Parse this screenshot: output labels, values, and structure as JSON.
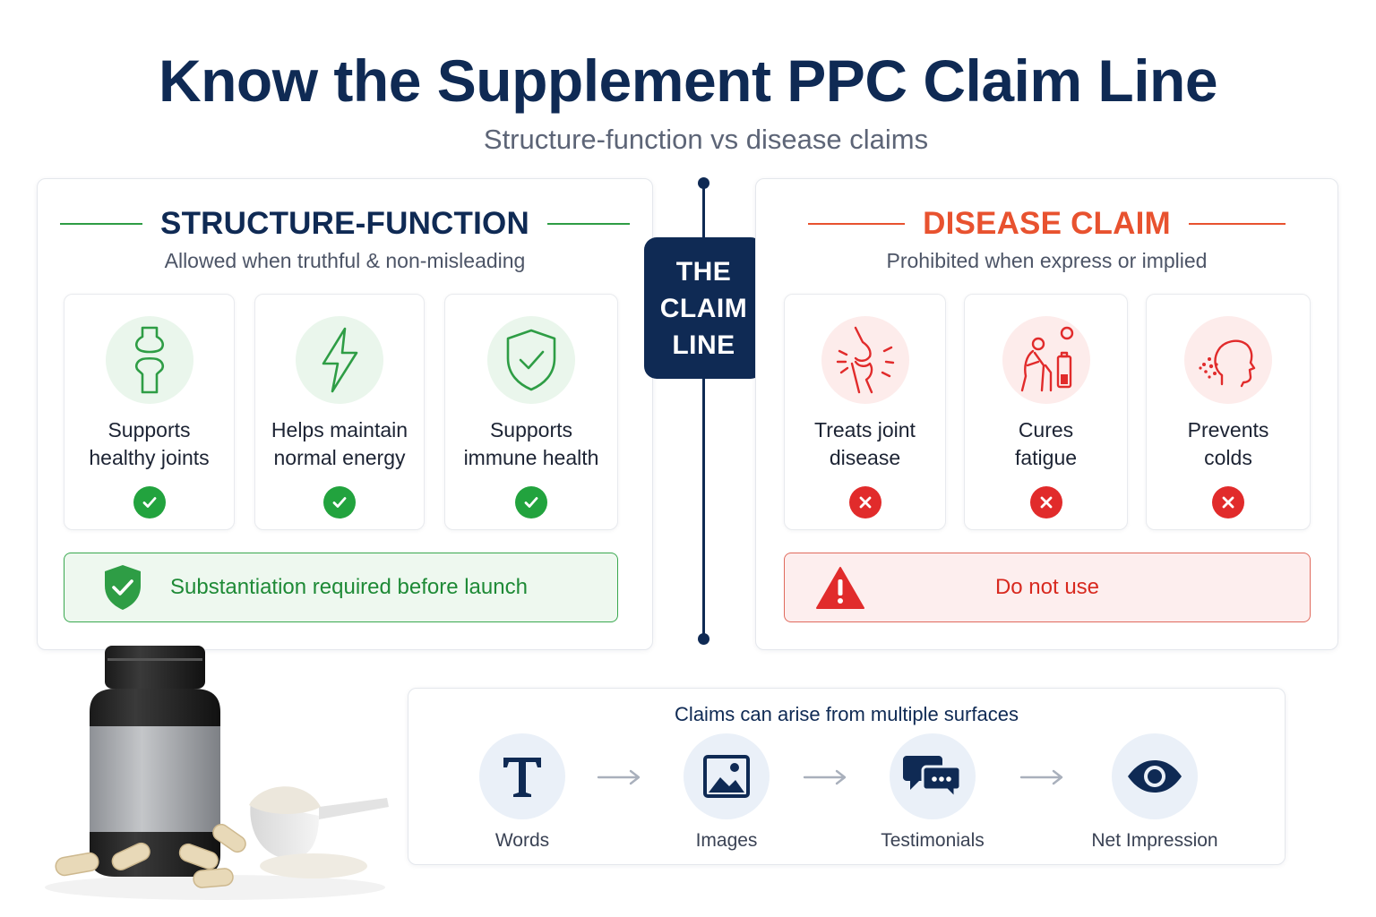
{
  "header": {
    "title": "Know the Supplement PPC Claim Line",
    "subtitle": "Structure-function vs disease claims"
  },
  "structure_function": {
    "heading": "STRUCTURE-FUNCTION",
    "description": "Allowed when truthful & non-misleading",
    "cards": [
      {
        "line1": "Supports",
        "line2": "healthy joints",
        "icon": "joint-icon"
      },
      {
        "line1": "Helps maintain",
        "line2": "normal energy",
        "icon": "lightning-icon"
      },
      {
        "line1": "Supports",
        "line2": "immune health",
        "icon": "shield-check-icon"
      }
    ],
    "banner": "Substantiation required before launch",
    "accent": "#22a33e"
  },
  "claim_line": {
    "line1": "THE",
    "line2": "CLAIM",
    "line3": "LINE"
  },
  "disease_claim": {
    "heading": "DISEASE CLAIM",
    "description": "Prohibited when express or implied",
    "cards": [
      {
        "line1": "Treats joint",
        "line2": "disease",
        "icon": "painful-joint-icon"
      },
      {
        "line1": "Cures",
        "line2": "fatigue",
        "icon": "tired-person-icon"
      },
      {
        "line1": "Prevents",
        "line2": "colds",
        "icon": "sneeze-icon"
      }
    ],
    "banner": "Do not use",
    "accent": "#e12b2b"
  },
  "surfaces": {
    "heading": "Claims can arise from multiple surfaces",
    "items": [
      {
        "label": "Words",
        "icon": "text-icon"
      },
      {
        "label": "Images",
        "icon": "image-icon"
      },
      {
        "label": "Testimonials",
        "icon": "chat-icon"
      },
      {
        "label": "Net Impression",
        "icon": "eye-icon"
      }
    ]
  }
}
